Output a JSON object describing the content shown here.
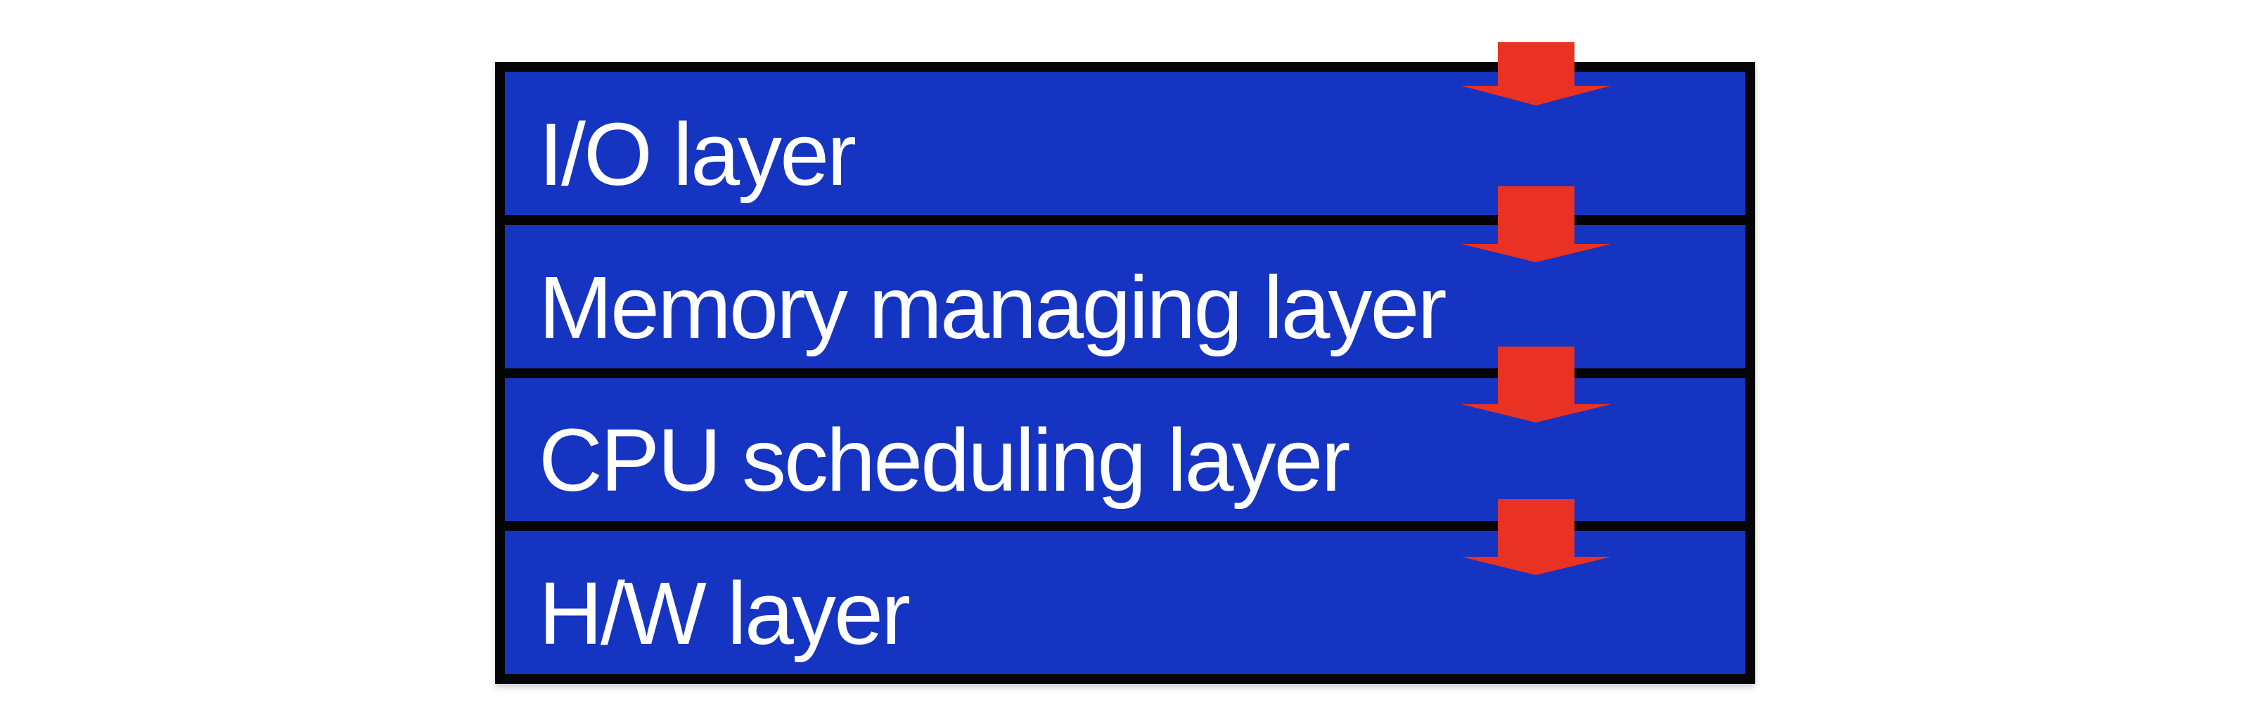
{
  "diagram": {
    "description": "Layered OS architecture diagram with downward flow arrows",
    "layers": [
      {
        "id": "io",
        "label": "I/O layer"
      },
      {
        "id": "memory",
        "label": "Memory managing layer"
      },
      {
        "id": "cpu",
        "label": "CPU scheduling layer"
      },
      {
        "id": "hw",
        "label": "H/W layer"
      }
    ],
    "arrows": [
      {
        "icon": "down-arrow-icon",
        "crosses": "top edge into I/O layer"
      },
      {
        "icon": "down-arrow-icon",
        "crosses": "I/O layer into Memory managing layer"
      },
      {
        "icon": "down-arrow-icon",
        "crosses": "Memory managing layer into CPU scheduling layer"
      },
      {
        "icon": "down-arrow-icon",
        "crosses": "CPU scheduling layer into H/W layer"
      }
    ],
    "colors": {
      "layer_fill": "#1634C2",
      "border": "#050505",
      "arrow": "#E93223",
      "text": "#FFFFFF",
      "background": "#FFFFFF"
    }
  }
}
